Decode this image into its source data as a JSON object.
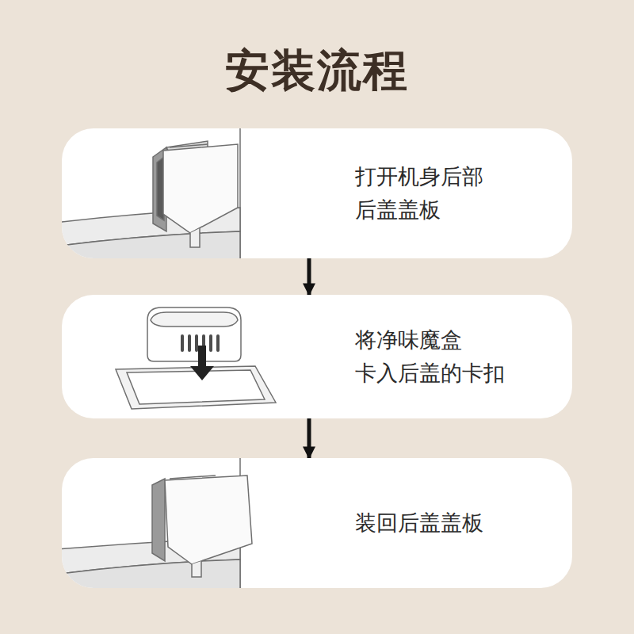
{
  "diagram": {
    "title": "安装流程",
    "nodes": [
      {
        "text": [
          "打开机身后部 后盖盖板"
        ]
      },
      {
        "text": [
          "将净味魔盒 卡入后盖的卡扣"
        ]
      },
      {
        "text": [
          "装回后盖盖板"
        ]
      }
    ],
    "edges": [
      {
        "from": 0,
        "to": 1,
        "arrow": "to"
      },
      {
        "from": 1,
        "to": 2,
        "arrow": "to"
      }
    ]
  }
}
